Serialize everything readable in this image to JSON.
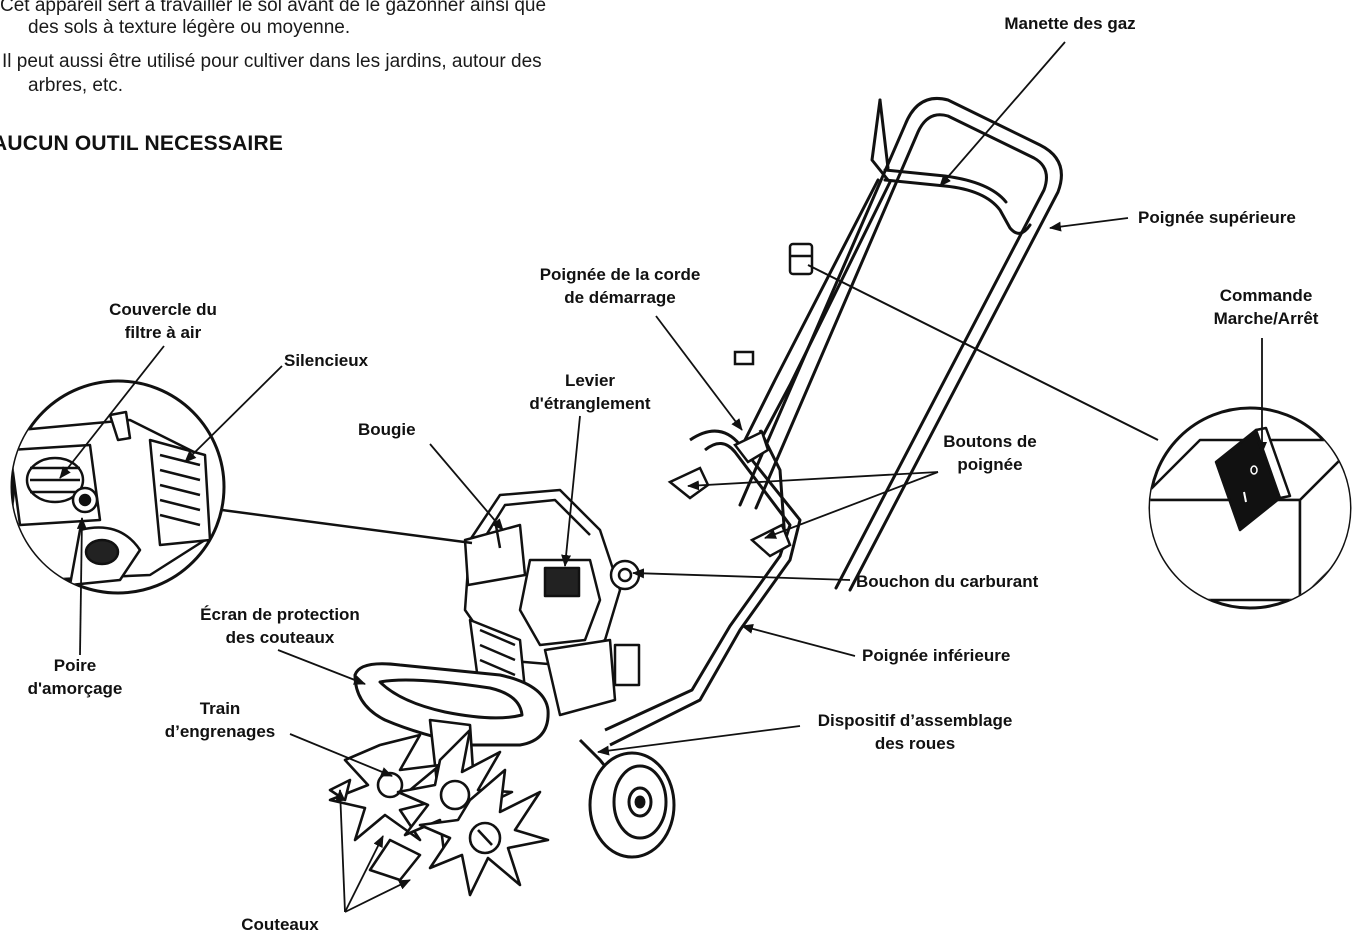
{
  "intro": {
    "line1": "Cet appareil sert à travailler le sol avant de le gazonner ainsi que",
    "line2": "des sols à texture légère ou moyenne.",
    "line3": "Il peut aussi être utilisé pour cultiver dans les jardins, autour des",
    "line4": "arbres, etc."
  },
  "heading": "AUCUN OUTIL NECESSAIRE",
  "labels": {
    "manette_gaz": "Manette des gaz",
    "poignee_superieure": "Poignée supérieure",
    "commande_1": "Commande",
    "commande_2": "Marche/Arrêt",
    "corde_1": "Poignée de la corde",
    "corde_2": "de démarrage",
    "couvercle_1": "Couvercle du",
    "couvercle_2": "filtre à air",
    "silencieux": "Silencieux",
    "levier_1": "Levier",
    "levier_2": "d'étranglement",
    "bougie": "Bougie",
    "boutons_1": "Boutons de",
    "boutons_2": "poignée",
    "bouchon": "Bouchon du carburant",
    "ecran_1": "Écran de protection",
    "ecran_2": "des couteaux",
    "poignee_inferieure": "Poignée inférieure",
    "poire_1": "Poire",
    "poire_2": "d'amorçage",
    "train_1": "Train",
    "train_2": "d’engrenages",
    "roues_1": "Dispositif d’assemblage",
    "roues_2": "des roues",
    "couteaux": "Couteaux"
  }
}
